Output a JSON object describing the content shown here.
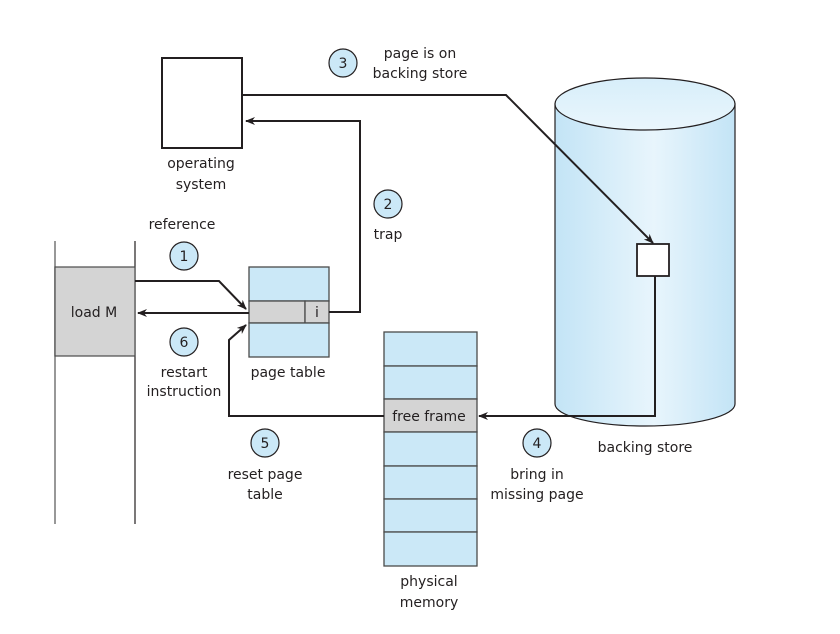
{
  "diagram": {
    "title": "Steps in handling a page fault",
    "labels": {
      "operating_system": [
        "operating",
        "system"
      ],
      "reference": "reference",
      "trap": "trap",
      "page_on_backing_store": [
        "page is on",
        "backing store"
      ],
      "load_instruction": "load M",
      "page_table": "page table",
      "invalid_bit": "i",
      "restart_instruction": [
        "restart",
        "instruction"
      ],
      "reset_page_table": [
        "reset page",
        "table"
      ],
      "free_frame": "free frame",
      "bring_in_missing_page": [
        "bring in",
        "missing page"
      ],
      "backing_store": "backing store",
      "physical_memory": [
        "physical",
        "memory"
      ]
    },
    "steps": [
      {
        "number": "1",
        "text": "reference"
      },
      {
        "number": "2",
        "text": "trap"
      },
      {
        "number": "3",
        "text": "page is on backing store"
      },
      {
        "number": "4",
        "text": "bring in missing page"
      },
      {
        "number": "5",
        "text": "reset page table"
      },
      {
        "number": "6",
        "text": "restart instruction"
      }
    ],
    "colors": {
      "light_blue": "#cbe8f7",
      "gray": "#d4d4d4",
      "ink": "#231f20"
    }
  }
}
